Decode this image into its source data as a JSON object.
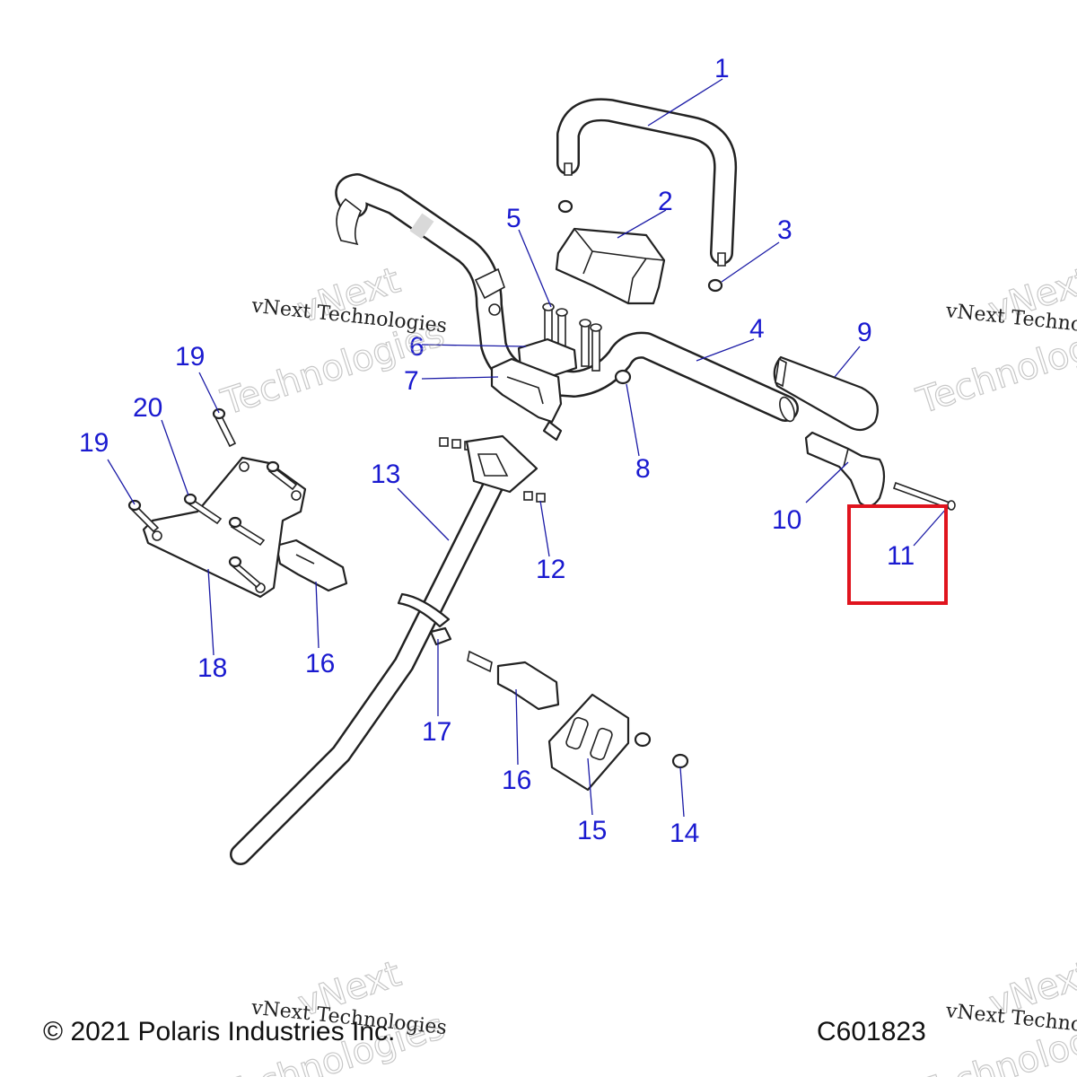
{
  "diagram": {
    "callouts": [
      {
        "id": "1",
        "label": "1"
      },
      {
        "id": "2",
        "label": "2"
      },
      {
        "id": "3",
        "label": "3"
      },
      {
        "id": "4",
        "label": "4"
      },
      {
        "id": "5",
        "label": "5"
      },
      {
        "id": "6",
        "label": "6"
      },
      {
        "id": "7",
        "label": "7"
      },
      {
        "id": "8",
        "label": "8"
      },
      {
        "id": "9",
        "label": "9"
      },
      {
        "id": "10",
        "label": "10"
      },
      {
        "id": "11",
        "label": "11"
      },
      {
        "id": "12",
        "label": "12"
      },
      {
        "id": "13",
        "label": "13"
      },
      {
        "id": "14",
        "label": "14"
      },
      {
        "id": "15",
        "label": "15"
      },
      {
        "id": "16a",
        "label": "16"
      },
      {
        "id": "16b",
        "label": "16"
      },
      {
        "id": "17",
        "label": "17"
      },
      {
        "id": "18",
        "label": "18"
      },
      {
        "id": "19a",
        "label": "19"
      },
      {
        "id": "19b",
        "label": "19"
      },
      {
        "id": "20",
        "label": "20"
      }
    ],
    "highlighted_callout": "11",
    "highlight_color": "#e0141e",
    "callout_color": "#1a1ad0"
  },
  "watermark": {
    "line1": "vNext",
    "line2": "Technologies",
    "small": "vNext Technologies"
  },
  "footer": {
    "copyright": "© 2021 Polaris Industries Inc.",
    "drawing_number": "C601823"
  }
}
